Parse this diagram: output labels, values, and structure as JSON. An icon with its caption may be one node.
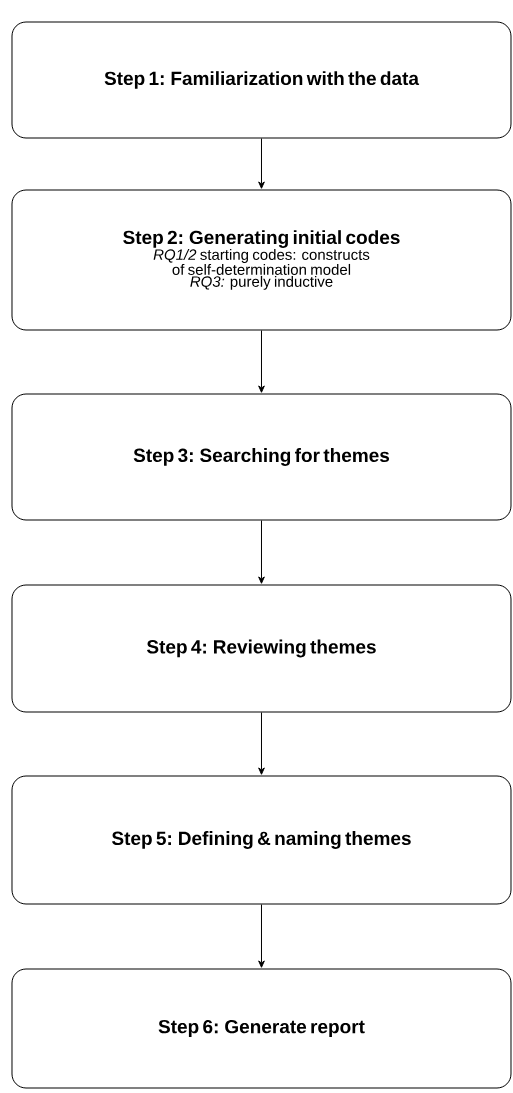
{
  "diagram": {
    "nodes": [
      {
        "text": [
          "Step 1: Familiarization with the data"
        ]
      },
      {
        "text": [
          "Step 2: Generating initial codes",
          "*RQ1/2* starting codes: constructs of self-determination model",
          "*RQ3:* purely inductive"
        ]
      },
      {
        "text": [
          "Step 3: Searching for themes"
        ]
      },
      {
        "text": [
          "Step 4: Reviewing themes"
        ]
      },
      {
        "text": [
          "Step 5: Defining & naming themes"
        ]
      },
      {
        "text": [
          "Step 6: Generate report"
        ]
      }
    ],
    "edges": [
      {
        "from": 0,
        "to": 1,
        "arrow": "to"
      },
      {
        "from": 1,
        "to": 2,
        "arrow": "to"
      },
      {
        "from": 2,
        "to": 3,
        "arrow": "to"
      },
      {
        "from": 3,
        "to": 4,
        "arrow": "to"
      },
      {
        "from": 4,
        "to": 5,
        "arrow": "to"
      }
    ]
  }
}
